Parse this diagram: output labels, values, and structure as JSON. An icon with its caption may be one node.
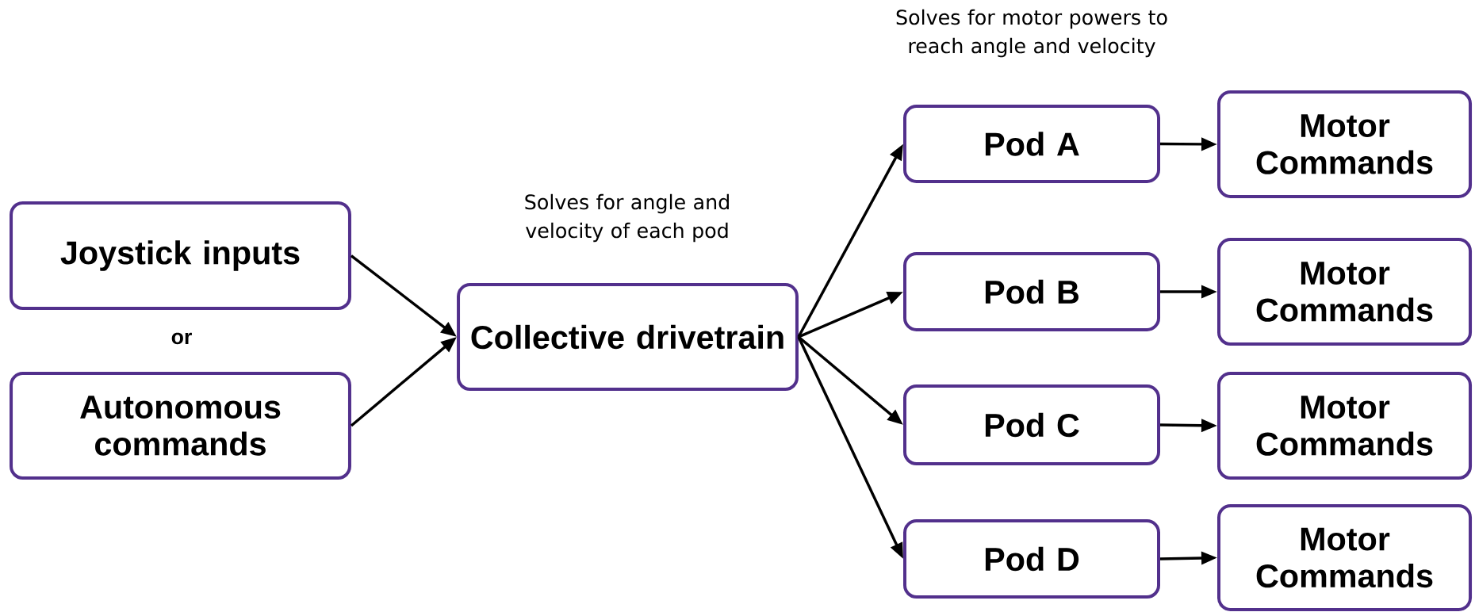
{
  "diagram": {
    "nodes": [
      {
        "text": [
          "Joystick inputs"
        ]
      },
      {
        "text": [
          "Autonomous commands"
        ]
      },
      {
        "text": [
          "Collective drivetrain"
        ],
        "beside": [
          "Solves for angle and velocity of each pod"
        ]
      },
      {
        "text": [
          "Pod A"
        ],
        "beside": [
          "Solves for motor powers to reach angle and velocity"
        ]
      },
      {
        "text": [
          "Pod B"
        ]
      },
      {
        "text": [
          "Pod C"
        ]
      },
      {
        "text": [
          "Pod D"
        ]
      },
      {
        "text": [
          "Motor Commands"
        ]
      },
      {
        "text": [
          "Motor Commands"
        ]
      },
      {
        "text": [
          "Motor Commands"
        ]
      },
      {
        "text": [
          "Motor Commands"
        ]
      }
    ],
    "edges": [
      {
        "from": 0,
        "to": 2,
        "arrow": "to"
      },
      {
        "from": 1,
        "to": 2,
        "arrow": "to"
      },
      {
        "from": 2,
        "to": 3,
        "arrow": "to"
      },
      {
        "from": 2,
        "to": 4,
        "arrow": "to"
      },
      {
        "from": 2,
        "to": 5,
        "arrow": "to"
      },
      {
        "from": 2,
        "to": 6,
        "arrow": "to"
      },
      {
        "from": 3,
        "to": 7,
        "arrow": "to"
      },
      {
        "from": 4,
        "to": 8,
        "arrow": "to"
      },
      {
        "from": 5,
        "to": 9,
        "arrow": "to"
      },
      {
        "from": 6,
        "to": 10,
        "arrow": "to"
      }
    ],
    "labels": [
      "or"
    ]
  }
}
